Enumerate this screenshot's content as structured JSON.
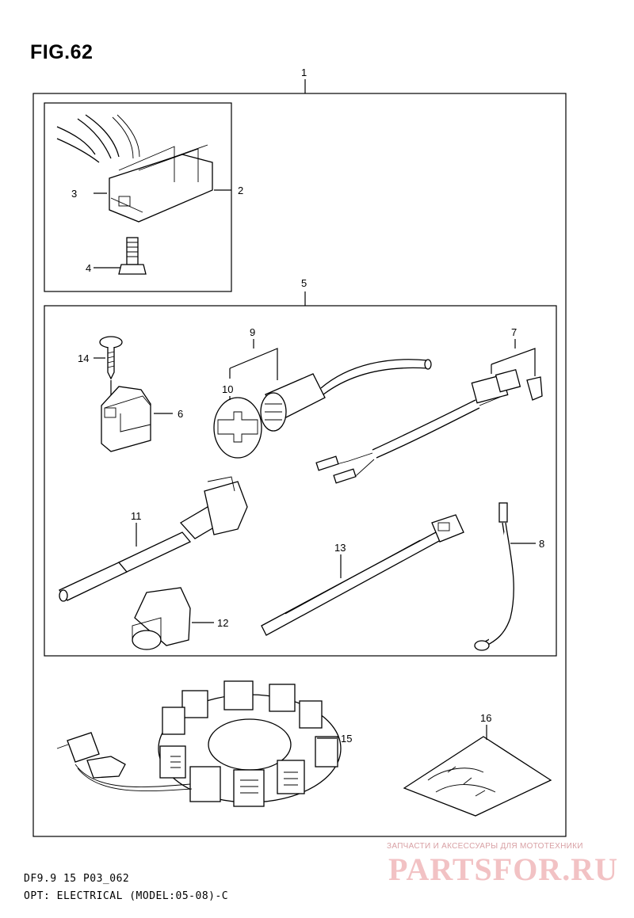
{
  "figure": {
    "title": "FIG.62",
    "model_code": "DF9.9 15 P03_062",
    "description": "OPT: ELECTRICAL (MODEL:05-08)-C"
  },
  "callouts": [
    "1",
    "2",
    "3",
    "4",
    "5",
    "6",
    "7",
    "8",
    "9",
    "10",
    "11",
    "12",
    "13",
    "14",
    "15",
    "16"
  ],
  "watermark": {
    "tagline": "ЗАПЧАСТИ И АКСЕССУАРЫ ДЛЯ МОТОТЕХНИКИ",
    "brand": "PARTSFOR.RU"
  }
}
